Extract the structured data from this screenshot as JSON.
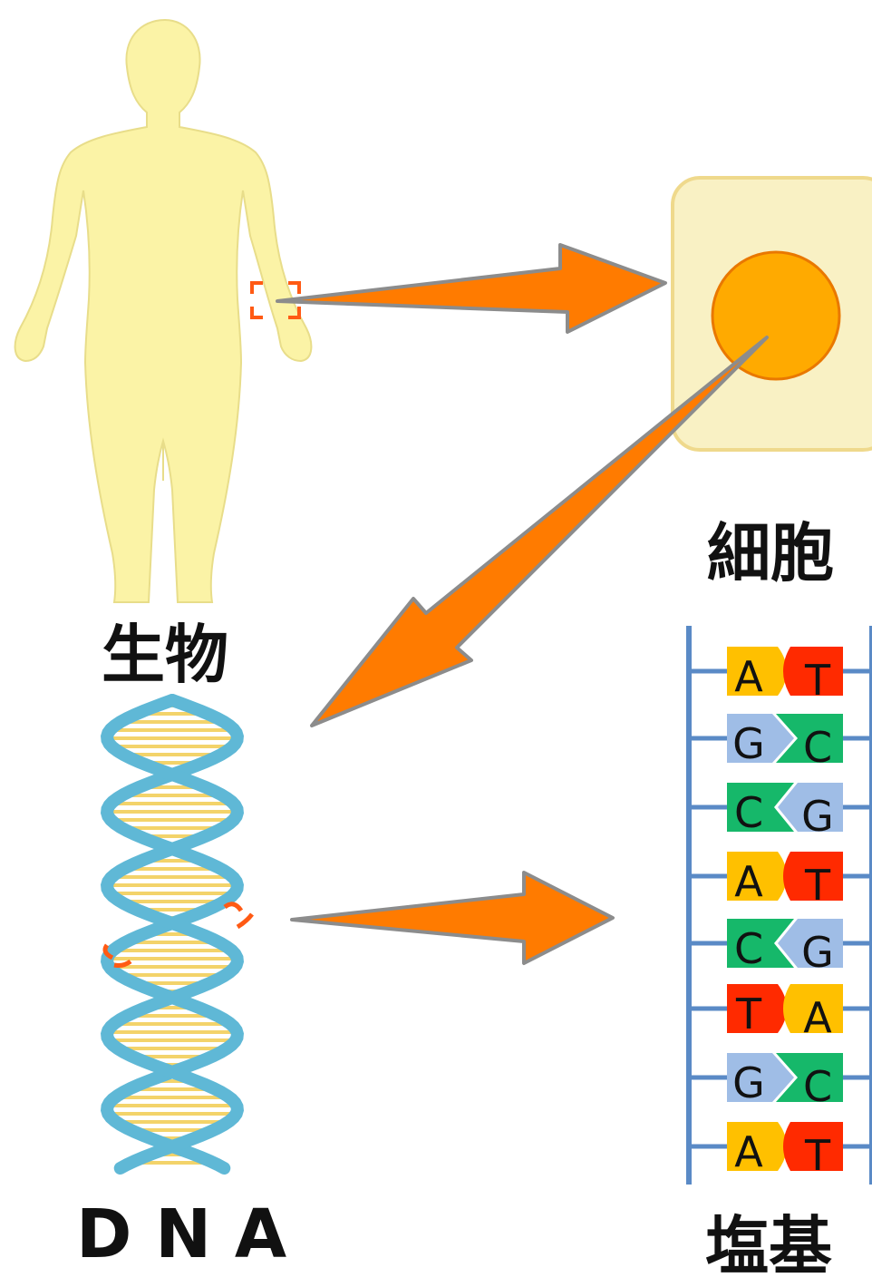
{
  "labels": {
    "organism": "生物",
    "cell": "細胞",
    "dna": "D N A",
    "bases": "塩基"
  },
  "base_pairs": [
    {
      "left": "A",
      "right": "T"
    },
    {
      "left": "G",
      "right": "C"
    },
    {
      "left": "C",
      "right": "G"
    },
    {
      "left": "A",
      "right": "T"
    },
    {
      "left": "C",
      "right": "G"
    },
    {
      "left": "T",
      "right": "A"
    },
    {
      "left": "G",
      "right": "C"
    },
    {
      "left": "A",
      "right": "T"
    }
  ],
  "colors": {
    "A": "#ffc000",
    "T": "#ff2a00",
    "G": "#9fbde6",
    "C": "#16b86a",
    "arrow": "#ff7b00",
    "arrow_stroke": "#8c8c8c",
    "body": "#fbf3a6",
    "body_outline": "#e8dd8a",
    "cell": "#f9f1c4",
    "cell_outline": "#efd98c",
    "nucleus": "#ffaa00",
    "nucleus_outline": "#e97800",
    "helix": "#5fb8d6",
    "rail": "#5a8ac6",
    "marker": "#ff5a14"
  },
  "icons": {
    "organism": "human-silhouette-icon",
    "cell": "cell-icon",
    "dna": "double-helix-icon"
  }
}
